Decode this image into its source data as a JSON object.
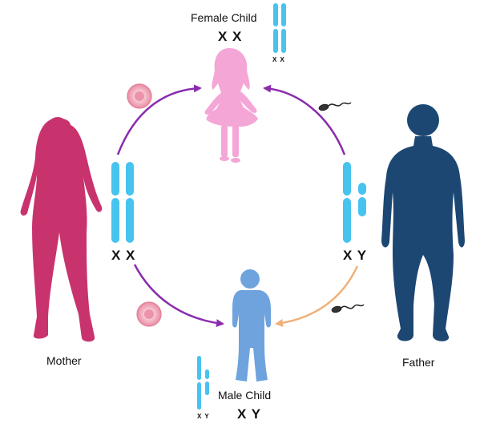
{
  "colors": {
    "mother": "#c8336e",
    "father": "#1d4773",
    "female_child": "#f4a6d6",
    "male_child": "#6ea3de",
    "chromosome": "#47c3ef",
    "arrow_mother": "#8a2cae",
    "arrow_father_male": "#f0b077",
    "egg": "#f5b6c3"
  },
  "labels": {
    "female_child": "Female Child",
    "female_child_genotype": "X X",
    "female_child_small": "X X",
    "male_child": "Male Child",
    "male_child_genotype": "X Y",
    "male_child_small": "X Y",
    "mother": "Mother",
    "mother_genotype": "X X",
    "father": "Father",
    "father_genotype": "X Y"
  },
  "icons": [
    "egg-cell-icon",
    "sperm-cell-icon",
    "chromosome-icon",
    "woman-silhouette",
    "man-silhouette",
    "girl-silhouette",
    "boy-silhouette"
  ]
}
